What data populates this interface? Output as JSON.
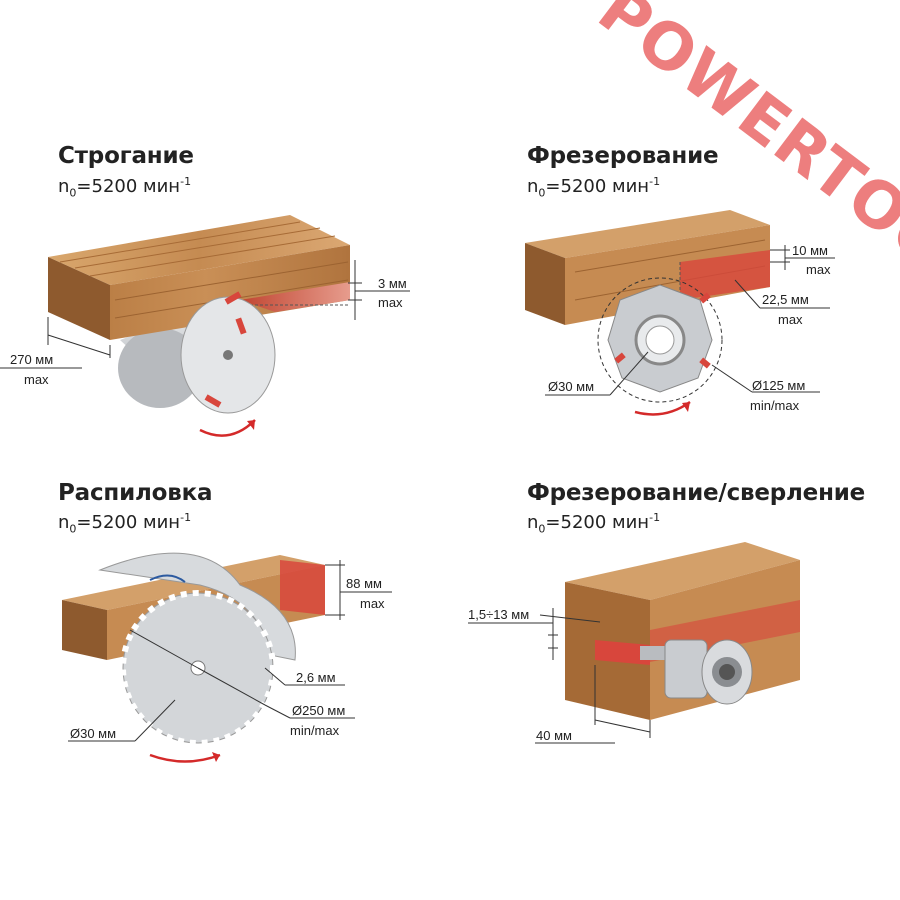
{
  "panels": {
    "planing": {
      "title": "Строгание",
      "speed_prefix": "n",
      "speed_sub": "0",
      "speed_value": "=5200 мин",
      "speed_sup": "-1",
      "depth_value": "3 мм",
      "depth_qualifier": "max",
      "width_value": "270 мм",
      "width_qualifier": "max"
    },
    "milling": {
      "title": "Фрезерование",
      "speed_prefix": "n",
      "speed_sub": "0",
      "speed_value": "=5200 мин",
      "speed_sup": "-1",
      "depth_value": "10 мм",
      "depth_qualifier": "max",
      "width_value": "22,5 мм",
      "width_qualifier": "max",
      "bore_value": "Ø30 мм",
      "diameter_value": "Ø125 мм",
      "diameter_qualifier": "min/max"
    },
    "sawing": {
      "title": "Распиловка",
      "speed_prefix": "n",
      "speed_sub": "0",
      "speed_value": "=5200 мин",
      "speed_sup": "-1",
      "depth_value": "88 мм",
      "depth_qualifier": "max",
      "kerf_value": "2,6 мм",
      "bore_value": "Ø30 мм",
      "diameter_value": "Ø250 мм",
      "diameter_qualifier": "min/max"
    },
    "drilling": {
      "title": "Фрезерование/сверление",
      "speed_prefix": "n",
      "speed_sub": "0",
      "speed_value": "=5200 мин",
      "speed_sup": "-1",
      "slot_value": "1,5÷13 мм",
      "depth_value": "40 мм"
    }
  },
  "watermark": "POWERTOOL",
  "colors": {
    "wood_top": "#c8925a",
    "wood_front": "#b57a45",
    "wood_side": "#8e5a2e",
    "cut_red": "#d8463c",
    "arrow_red": "#d42a2a",
    "metal": "#c9ccd0"
  }
}
